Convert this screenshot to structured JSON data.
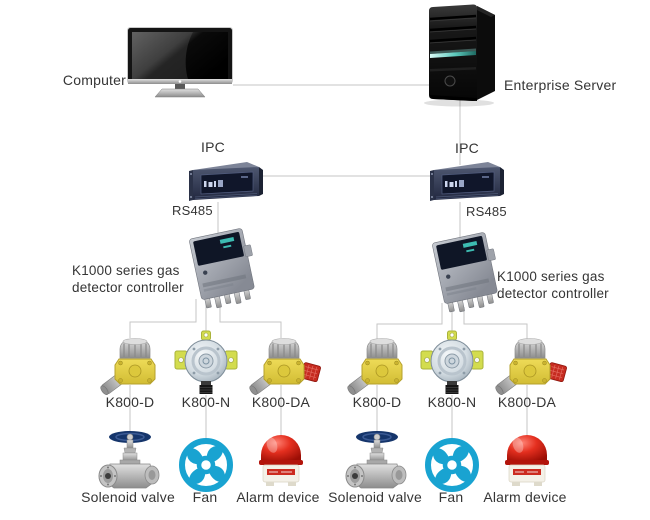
{
  "diagram": {
    "computer_label": "Computer",
    "server_label": "Enterprise Server",
    "ipc_label": "IPC",
    "bus_label": "RS485",
    "controller_label": "K1000 series gas detector controller",
    "detector_labels": [
      "K800-D",
      "K800-N",
      "K800-DA"
    ],
    "actuator_labels": [
      "Solenoid valve",
      "Fan",
      "Alarm device"
    ],
    "colors": {
      "background": "#ffffff",
      "wire": "#c6c6c6",
      "label_text": "#353535",
      "fan_blue": "#19a3d1",
      "alarm_red": "#d6251a",
      "detector_yellow": "#e4cf44",
      "lug_green": "#d3dc4e",
      "handwheel_blue": "#15356b"
    }
  }
}
